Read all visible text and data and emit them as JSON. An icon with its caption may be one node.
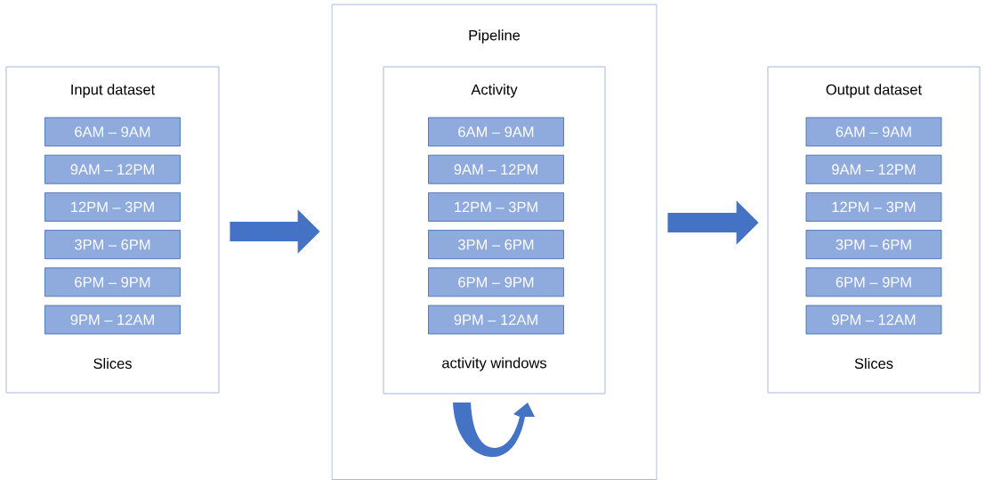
{
  "diagram": {
    "nodes": [
      {
        "text": [
          "Input dataset",
          "Slices"
        ]
      },
      {
        "text": [
          "6AM – 9AM"
        ],
        "in": 0
      },
      {
        "text": [
          "9AM – 12PM"
        ],
        "in": 0
      },
      {
        "text": [
          "12PM – 3PM"
        ],
        "in": 0
      },
      {
        "text": [
          "3PM – 6PM"
        ],
        "in": 0
      },
      {
        "text": [
          "6PM – 9PM"
        ],
        "in": 0
      },
      {
        "text": [
          "9PM – 12AM"
        ],
        "in": 0
      },
      {
        "text": [
          "Pipeline"
        ]
      },
      {
        "text": [
          "Activity",
          "activity windows"
        ],
        "in": 7
      },
      {
        "text": [
          "6AM – 9AM"
        ],
        "in": 8
      },
      {
        "text": [
          "9AM – 12PM"
        ],
        "in": 8
      },
      {
        "text": [
          "12PM – 3PM"
        ],
        "in": 8
      },
      {
        "text": [
          "3PM – 6PM"
        ],
        "in": 8
      },
      {
        "text": [
          "6PM – 9PM"
        ],
        "in": 8
      },
      {
        "text": [
          "9PM – 12AM"
        ],
        "in": 8
      },
      {
        "text": [
          "Output dataset",
          "Slices"
        ]
      },
      {
        "text": [
          "6AM – 9AM"
        ],
        "in": 15
      },
      {
        "text": [
          "9AM – 12PM"
        ],
        "in": 15
      },
      {
        "text": [
          "12PM – 3PM"
        ],
        "in": 15
      },
      {
        "text": [
          "3PM – 6PM"
        ],
        "in": 15
      },
      {
        "text": [
          "6PM – 9PM"
        ],
        "in": 15
      },
      {
        "text": [
          "9PM – 12AM"
        ],
        "in": 15
      }
    ],
    "edges": [
      {
        "from": 0,
        "to": 7,
        "arrow": "to"
      },
      {
        "from": 7,
        "to": 15,
        "arrow": "to"
      }
    ]
  }
}
